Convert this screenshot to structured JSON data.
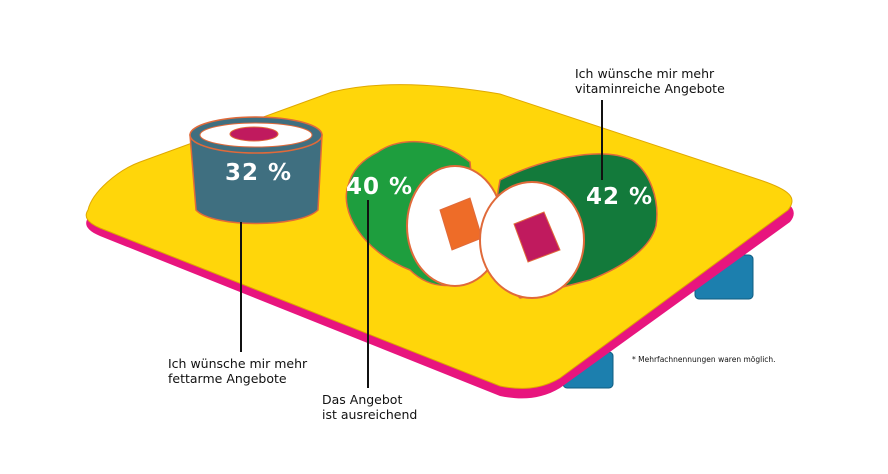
{
  "colors": {
    "board": "#ffd60a",
    "board_edge": "#e8157e",
    "feet": "#1c7fae",
    "cup": "#3f6f80",
    "roll_mid": "#1e9e3e",
    "roll_right": "#137a3b",
    "rice": "#ffffff",
    "salmon": "#ee6c28",
    "tuna": "#c01a5e",
    "outline": "#e06a3a",
    "leader": "#111111"
  },
  "chart_data": {
    "type": "illustrated-percent",
    "categories": [
      "Ich wünsche mir mehr fettarme Angebote",
      "Das Angebot ist ausreichend",
      "Ich wünsche mir mehr vitaminreiche Angebote"
    ],
    "values": [
      32,
      40,
      42
    ],
    "unit": "%",
    "items": [
      {
        "value_label": "32 %",
        "label_lines": [
          "Ich wünsche mir mehr",
          "fettarme Angebote"
        ]
      },
      {
        "value_label": "40 %",
        "label_lines": [
          "Das Angebot",
          "ist ausreichend"
        ]
      },
      {
        "value_label": "42 %",
        "label_lines": [
          "Ich wünsche mir mehr",
          "vitaminreiche Angebote"
        ]
      }
    ],
    "footnote": "* Mehrfachnennungen waren möglich."
  }
}
